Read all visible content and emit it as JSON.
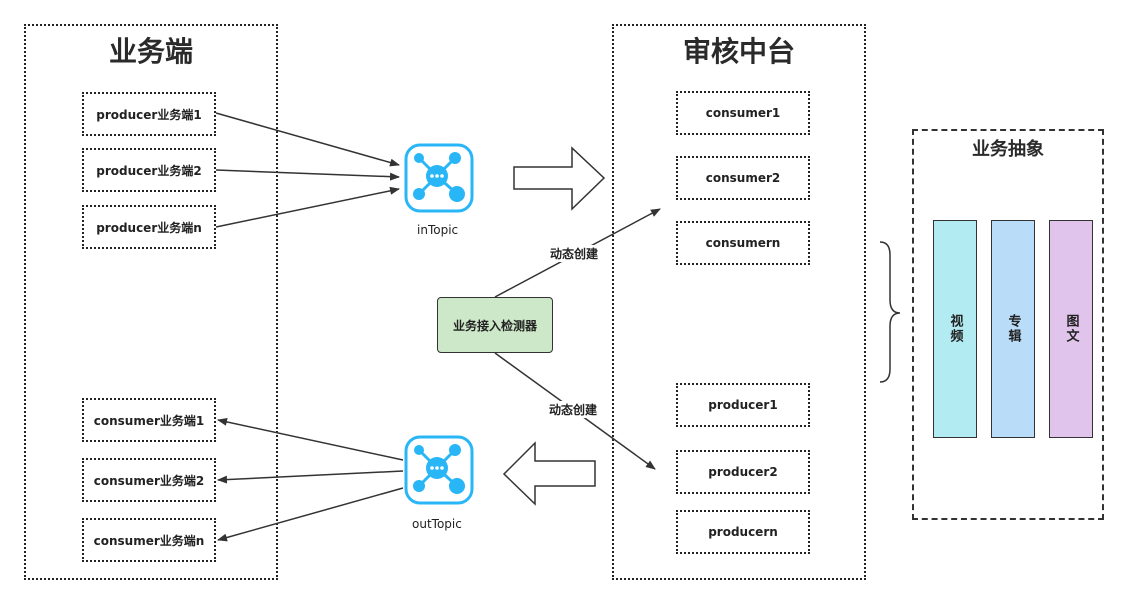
{
  "groups": {
    "business": {
      "title": "业务端"
    },
    "review": {
      "title": "审核中台"
    },
    "abstract": {
      "title": "业务抽象"
    }
  },
  "business_producers": [
    "producer业务端1",
    "producer业务端2",
    "producer业务端n"
  ],
  "business_consumers": [
    "consumer业务端1",
    "consumer业务端2",
    "consumer业务端n"
  ],
  "review_consumers": [
    "consumer1",
    "consumer2",
    "consumern"
  ],
  "review_producers": [
    "producer1",
    "producer2",
    "producern"
  ],
  "topics": {
    "in": "inTopic",
    "out": "outTopic"
  },
  "detector": "业务接入检测器",
  "edge_labels": {
    "top": "动态创建",
    "bottom": "动态创建"
  },
  "abstract_items": [
    {
      "label": "视频",
      "color": "#b3ebf2"
    },
    {
      "label": "专辑",
      "color": "#b9dcf8"
    },
    {
      "label": "图文",
      "color": "#e0c4ec"
    }
  ],
  "colors": {
    "topic_icon": "#29b6f6",
    "detector_fill": "#cde8c8"
  }
}
